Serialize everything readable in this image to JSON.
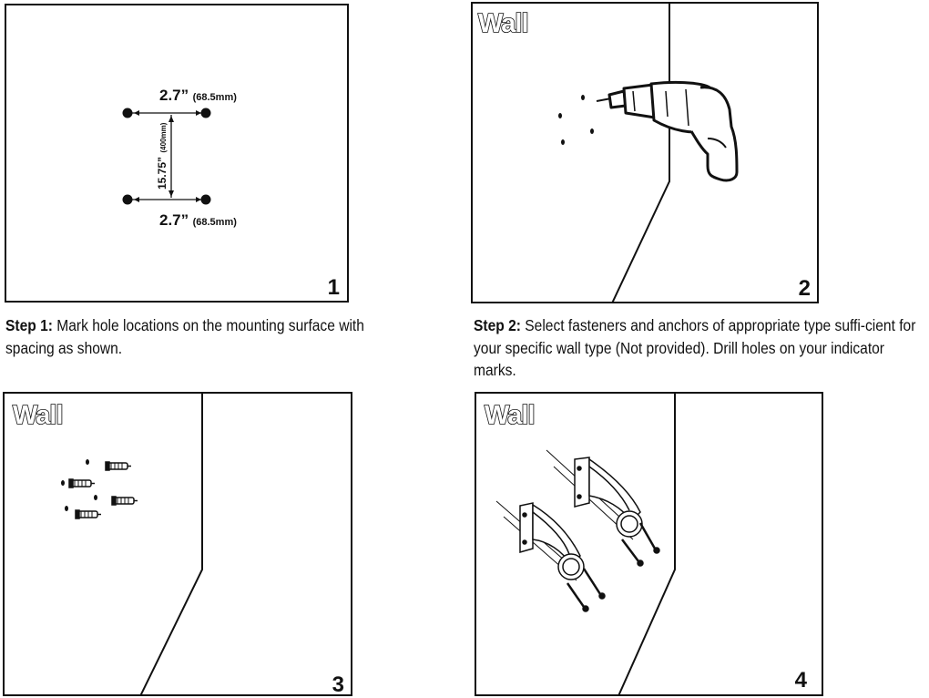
{
  "panel1": {
    "number": "1",
    "horizontal_top": {
      "value": "2.7”",
      "metric": "(68.5mm)"
    },
    "horizontal_bottom": {
      "value": "2.7”",
      "metric": "(68.5mm)"
    },
    "vertical": {
      "value": "15.75”",
      "metric": "(400mm)"
    }
  },
  "panel2": {
    "wall_label": "Wall",
    "number": "2"
  },
  "panel3": {
    "wall_label": "Wall",
    "number": "3"
  },
  "panel4": {
    "wall_label": "Wall",
    "number": "4"
  },
  "captions": {
    "step1": {
      "label": "Step 1:",
      "text": " Mark hole locations on the mounting surface with spacing as shown."
    },
    "step2": {
      "label": "Step 2:",
      "text": " Select fasteners and anchors of appropriate type suffi-cient for your specific wall type (Not provided). Drill holes on your indicator marks."
    }
  }
}
